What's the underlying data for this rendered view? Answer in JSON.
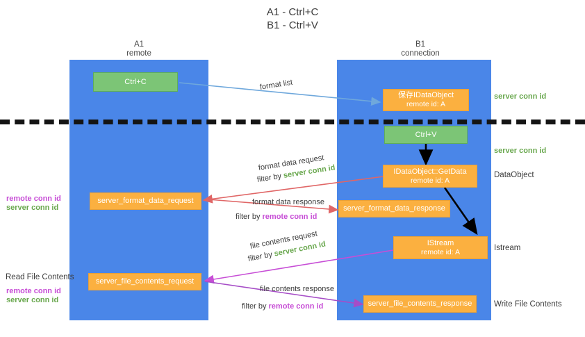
{
  "title": {
    "line1": "A1 - Ctrl+C",
    "line2": "B1 - Ctrl+V"
  },
  "lanes": [
    {
      "id": "a1",
      "name": "A1",
      "role": "remote"
    },
    {
      "id": "b1",
      "name": "B1",
      "role": "connection"
    }
  ],
  "nodes": {
    "ctrl_c": {
      "label": "Ctrl+C"
    },
    "ctrl_v": {
      "label": "Ctrl+V"
    },
    "idataobject": {
      "line1": "保存IDataObject",
      "line2": "remote id: A"
    },
    "getdata": {
      "line1": "IDataObject::GetData",
      "line2": "remote id: A"
    },
    "istream": {
      "line1": "IStream",
      "line2": "remote id: A"
    },
    "fmt_req": {
      "label": "server_format_data_request"
    },
    "fmt_resp": {
      "label": "server_format_data_response"
    },
    "file_req": {
      "label": "server_file_contents_request"
    },
    "file_resp": {
      "label": "server_file_contents_response"
    }
  },
  "edges": {
    "format_list": {
      "label": "format list"
    },
    "format_data_request": {
      "label": "format data request",
      "filter_prefix": "filter by ",
      "filter_term": "server conn id"
    },
    "format_data_response": {
      "label": "format data response",
      "filter_prefix": "filter by ",
      "filter_term": "remote conn id"
    },
    "file_contents_request": {
      "label": "file contents request",
      "filter_prefix": "filter by ",
      "filter_term": "server conn id"
    },
    "file_contents_response": {
      "label": "file contents response",
      "filter_prefix": "filter by ",
      "filter_term": "remote conn id"
    }
  },
  "right_labels": {
    "server_conn_id_top": "server conn id",
    "server_conn_id_mid": "server conn id",
    "dataobject": "DataObject",
    "istream": "Istream",
    "write_file_contents": "Write File Contents"
  },
  "left_labels": {
    "remote_conn_id_1": "remote conn id",
    "server_conn_id_1": "server conn id",
    "read_file_contents": "Read File Contents",
    "remote_conn_id_2": "remote conn id",
    "server_conn_id_2": "server conn id"
  },
  "colors": {
    "lane": "#4a86e8",
    "green_node": "#7cc576",
    "orange_node": "#fbb040",
    "server_conn_id": "#6aa84f",
    "remote_conn_id": "#c74ed6",
    "arrow_blue": "#6fa8dc",
    "arrow_red": "#e06666",
    "arrow_magenta": "#c74ed6",
    "arrow_purple": "#a64dc7",
    "arrow_black": "#000000",
    "divider": "#141414",
    "background": "#ffffff"
  }
}
